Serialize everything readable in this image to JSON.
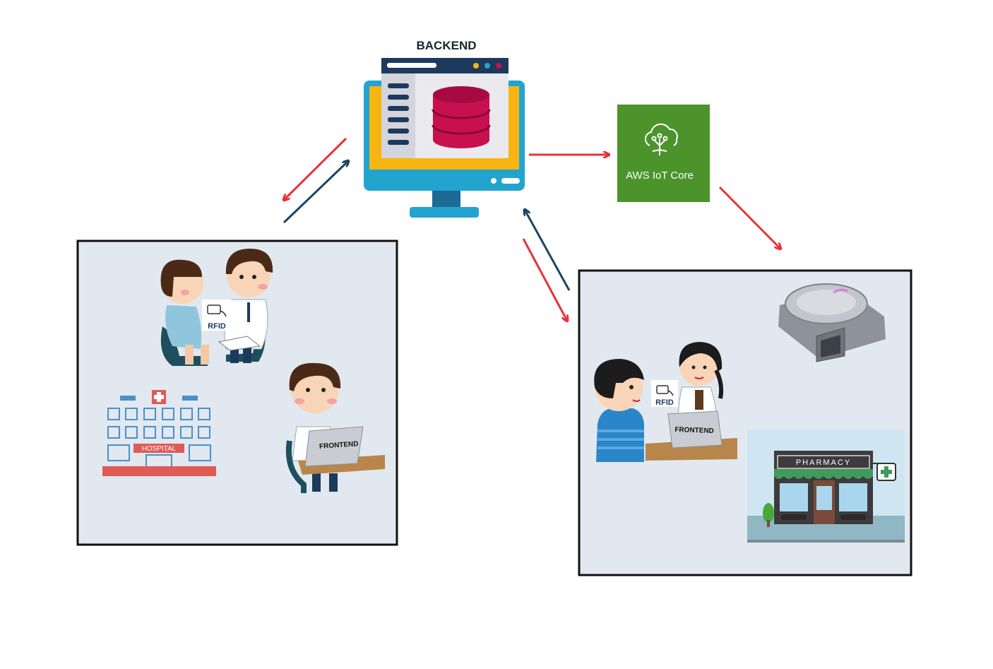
{
  "backend": {
    "title": "BACKEND"
  },
  "aws": {
    "label": "AWS IoT Core"
  },
  "hospital_panel": {
    "rfid_label": "RFID",
    "hospital_sign": "HOSPITAL",
    "frontend_label": "FRONTEND"
  },
  "pharmacy_panel": {
    "rfid_label": "RFID",
    "frontend_label": "FRONTEND",
    "pharmacy_sign": "PHARMACY"
  },
  "colors": {
    "request_arrow": "#e8323a",
    "response_arrow": "#1d4463",
    "panel_bg": "#e1e8ef",
    "aws_green": "#4c932c",
    "monitor_blue": "#23a3d0",
    "database": "#c8104f"
  }
}
